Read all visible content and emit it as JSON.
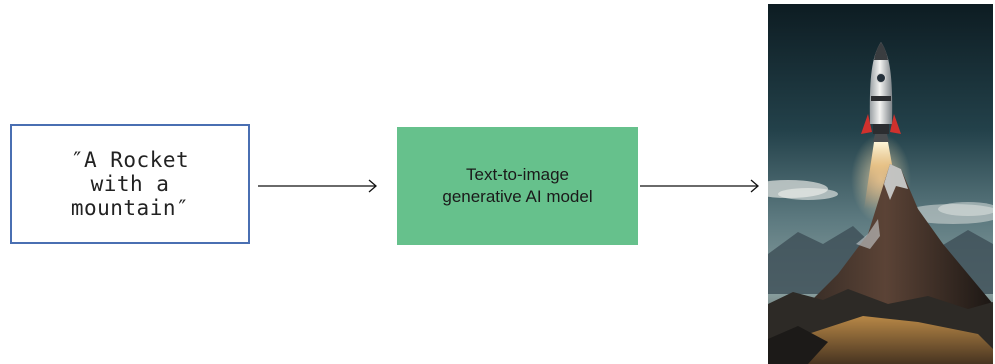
{
  "diagram": {
    "prompt": {
      "lines": [
        "″A Rocket",
        "with a",
        "mountain″"
      ],
      "border_color": "#4a6fb2"
    },
    "model": {
      "lines": [
        "Text-to-image",
        "generative AI model"
      ],
      "fill_color": "#66c18c"
    },
    "output_image": {
      "depicts": [
        "rocket",
        "mountain",
        "sky",
        "clouds"
      ]
    }
  }
}
